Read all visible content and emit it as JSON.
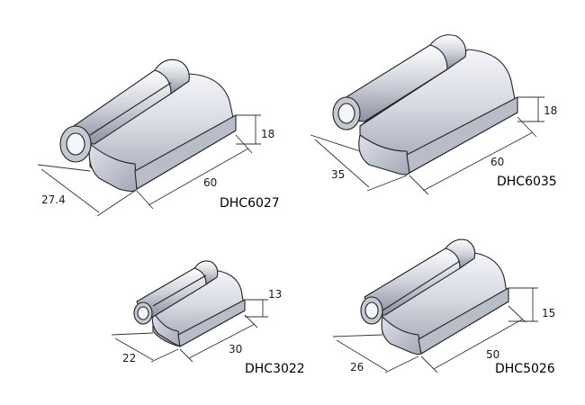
{
  "colors": {
    "body_light": "#eef0f5",
    "body_mid": "#c9ccd6",
    "body_dark": "#8e93a2",
    "shadow": "#6f7483",
    "outline": "#222222",
    "dimension": "#333333"
  },
  "hinges": [
    {
      "model": "DHC6027",
      "dimensions": {
        "length": "60",
        "width": "27.4",
        "height": "18"
      }
    },
    {
      "model": "DHC6035",
      "dimensions": {
        "length": "60",
        "width": "35",
        "height": "18"
      }
    },
    {
      "model": "DHC3022",
      "dimensions": {
        "length": "30",
        "width": "22",
        "height": "13"
      }
    },
    {
      "model": "DHC5026",
      "dimensions": {
        "length": "50",
        "width": "26",
        "height": "15"
      }
    }
  ]
}
